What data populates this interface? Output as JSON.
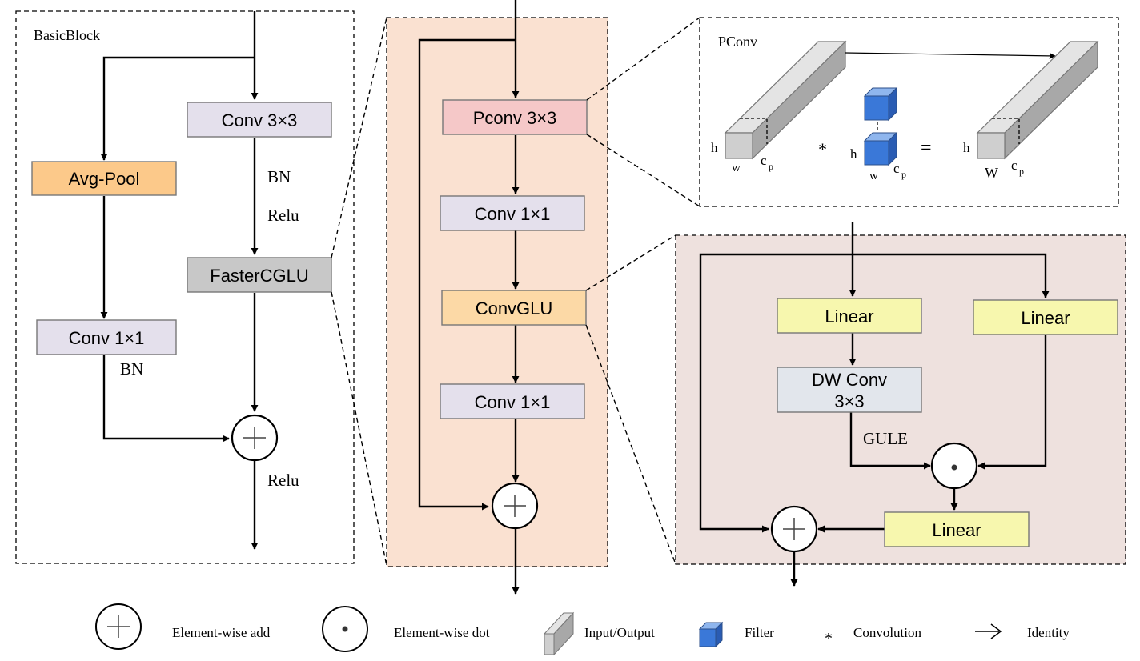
{
  "basic_block": {
    "title": "BasicBlock",
    "conv3": "Conv 3×3",
    "bn1": "BN",
    "relu1": "Relu",
    "fastercglu": "FasterCGLU",
    "avgpool": "Avg-Pool",
    "conv1": "Conv 1×1",
    "bn2": "BN",
    "relu2": "Relu"
  },
  "fastercglu_detail": {
    "pconv": "Pconv 3×3",
    "conv1a": "Conv 1×1",
    "convglu": "ConvGLU",
    "conv1b": "Conv 1×1"
  },
  "pconv_detail": {
    "title": "PConv",
    "h": "h",
    "w": "w",
    "W": "W",
    "c": "c",
    "p": "p",
    "star": "*",
    "equals": "="
  },
  "convglu_detail": {
    "linear1": "Linear",
    "linear2": "Linear",
    "dwconv_line1": "DW Conv",
    "dwconv_line2": "3×3",
    "gule": "GULE",
    "linear3": "Linear"
  },
  "legend": {
    "add": "Element-wise add",
    "dot": "Element-wise dot",
    "io": "Input/Output",
    "filter": "Filter",
    "star": "*",
    "conv": "Convolution",
    "identity": "Identity"
  },
  "colors": {
    "conv_box": "#e4e0ec",
    "avgpool_box": "#fcc98a",
    "fastercglu_box": "#c8c8c8",
    "pconv_box": "#f5c8c8",
    "convglu_box": "#fcd9a6",
    "linear_box": "#f7f7ae",
    "dwconv_box": "#e2e6ec",
    "panel_peach": "#fae1d1",
    "panel_mauve": "#eee1de",
    "filter_blue": "#3a78d8"
  }
}
